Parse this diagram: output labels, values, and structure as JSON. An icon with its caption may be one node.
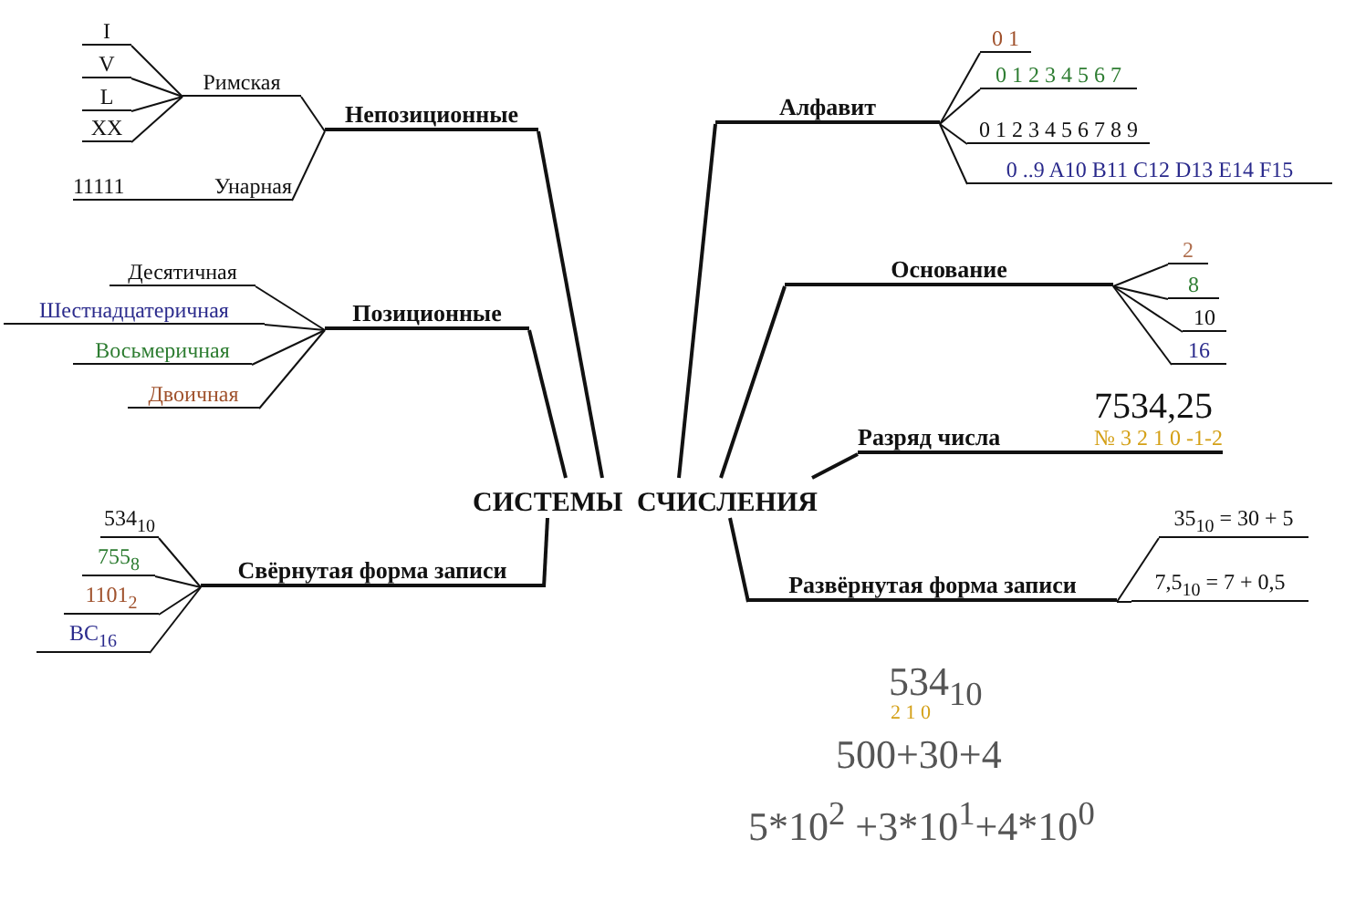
{
  "diagram": {
    "nodes": [
      {
        "text": [
          "СИСТЕМЫ СЧИСЛЕНИЯ"
        ]
      },
      {
        "text": [
          "Непозиционные"
        ]
      },
      {
        "text": [
          "Римская"
        ]
      },
      {
        "text": [
          "I"
        ]
      },
      {
        "text": [
          "V"
        ]
      },
      {
        "text": [
          "L"
        ]
      },
      {
        "text": [
          "XX"
        ]
      },
      {
        "text": [
          "11111",
          "Унарная"
        ]
      },
      {
        "text": [
          "Позиционные"
        ]
      },
      {
        "text": [
          "Десятичная"
        ]
      },
      {
        "text": [
          "Шестнадцатеричная"
        ]
      },
      {
        "text": [
          "Восьмеричная"
        ]
      },
      {
        "text": [
          "Двоичная"
        ]
      },
      {
        "text": [
          "Свёрнутая форма записи"
        ]
      },
      {
        "text": [
          "534$_{10}$"
        ]
      },
      {
        "text": [
          "755$_{8}$"
        ]
      },
      {
        "text": [
          "1101$_{2}$"
        ]
      },
      {
        "text": [
          "BC$_{16}$"
        ]
      },
      {
        "text": [
          "Алфавит"
        ]
      },
      {
        "text": [
          "0 1"
        ]
      },
      {
        "text": [
          "0 1 2 3 4 5 6 7"
        ]
      },
      {
        "text": [
          "0 1 2 3 4 5 6 7 8 9"
        ]
      },
      {
        "text": [
          "0 ..9 A10 B11 C12 D13 E14 F15"
        ]
      },
      {
        "text": [
          "Основание"
        ]
      },
      {
        "text": [
          "2"
        ]
      },
      {
        "text": [
          "8"
        ]
      },
      {
        "text": [
          "10"
        ]
      },
      {
        "text": [
          "16"
        ]
      },
      {
        "text": [
          "Разряд числа",
          "7534,25",
          "№ 3 2 1 0 -1-2"
        ]
      },
      {
        "text": [
          "Развёрнутая форма записи"
        ]
      },
      {
        "text": [
          "35$_{10}$ = 30 + 5"
        ]
      },
      {
        "text": [
          "7,5$_{10}$ = 7 + 0,5"
        ]
      }
    ],
    "edges": [
      {
        "from": 0,
        "to": 1,
        "arrow": "none"
      },
      {
        "from": 1,
        "to": 2,
        "arrow": "none"
      },
      {
        "from": 2,
        "to": 3,
        "arrow": "none"
      },
      {
        "from": 2,
        "to": 4,
        "arrow": "none"
      },
      {
        "from": 2,
        "to": 5,
        "arrow": "none"
      },
      {
        "from": 2,
        "to": 6,
        "arrow": "none"
      },
      {
        "from": 1,
        "to": 7,
        "arrow": "none"
      },
      {
        "from": 0,
        "to": 8,
        "arrow": "none"
      },
      {
        "from": 8,
        "to": 9,
        "arrow": "none"
      },
      {
        "from": 8,
        "to": 10,
        "arrow": "none"
      },
      {
        "from": 8,
        "to": 11,
        "arrow": "none"
      },
      {
        "from": 8,
        "to": 12,
        "arrow": "none"
      },
      {
        "from": 0,
        "to": 13,
        "arrow": "none"
      },
      {
        "from": 13,
        "to": 14,
        "arrow": "none"
      },
      {
        "from": 13,
        "to": 15,
        "arrow": "none"
      },
      {
        "from": 13,
        "to": 16,
        "arrow": "none"
      },
      {
        "from": 13,
        "to": 17,
        "arrow": "none"
      },
      {
        "from": 0,
        "to": 18,
        "arrow": "none"
      },
      {
        "from": 18,
        "to": 19,
        "arrow": "none"
      },
      {
        "from": 18,
        "to": 20,
        "arrow": "none"
      },
      {
        "from": 18,
        "to": 21,
        "arrow": "none"
      },
      {
        "from": 18,
        "to": 22,
        "arrow": "none"
      },
      {
        "from": 0,
        "to": 23,
        "arrow": "none"
      },
      {
        "from": 23,
        "to": 24,
        "arrow": "none"
      },
      {
        "from": 23,
        "to": 25,
        "arrow": "none"
      },
      {
        "from": 23,
        "to": 26,
        "arrow": "none"
      },
      {
        "from": 23,
        "to": 27,
        "arrow": "none"
      },
      {
        "from": 0,
        "to": 28,
        "arrow": "none"
      },
      {
        "from": 0,
        "to": 29,
        "arrow": "none"
      },
      {
        "from": 29,
        "to": 30,
        "arrow": "none"
      },
      {
        "from": 29,
        "to": 31,
        "arrow": "none"
      }
    ],
    "labels": [
      "534$_{10}$",
      "2 1 0",
      "500+30+4",
      "5*10$^{2}$ +3*10$^{1}$+4*10$^{0}$"
    ]
  }
}
